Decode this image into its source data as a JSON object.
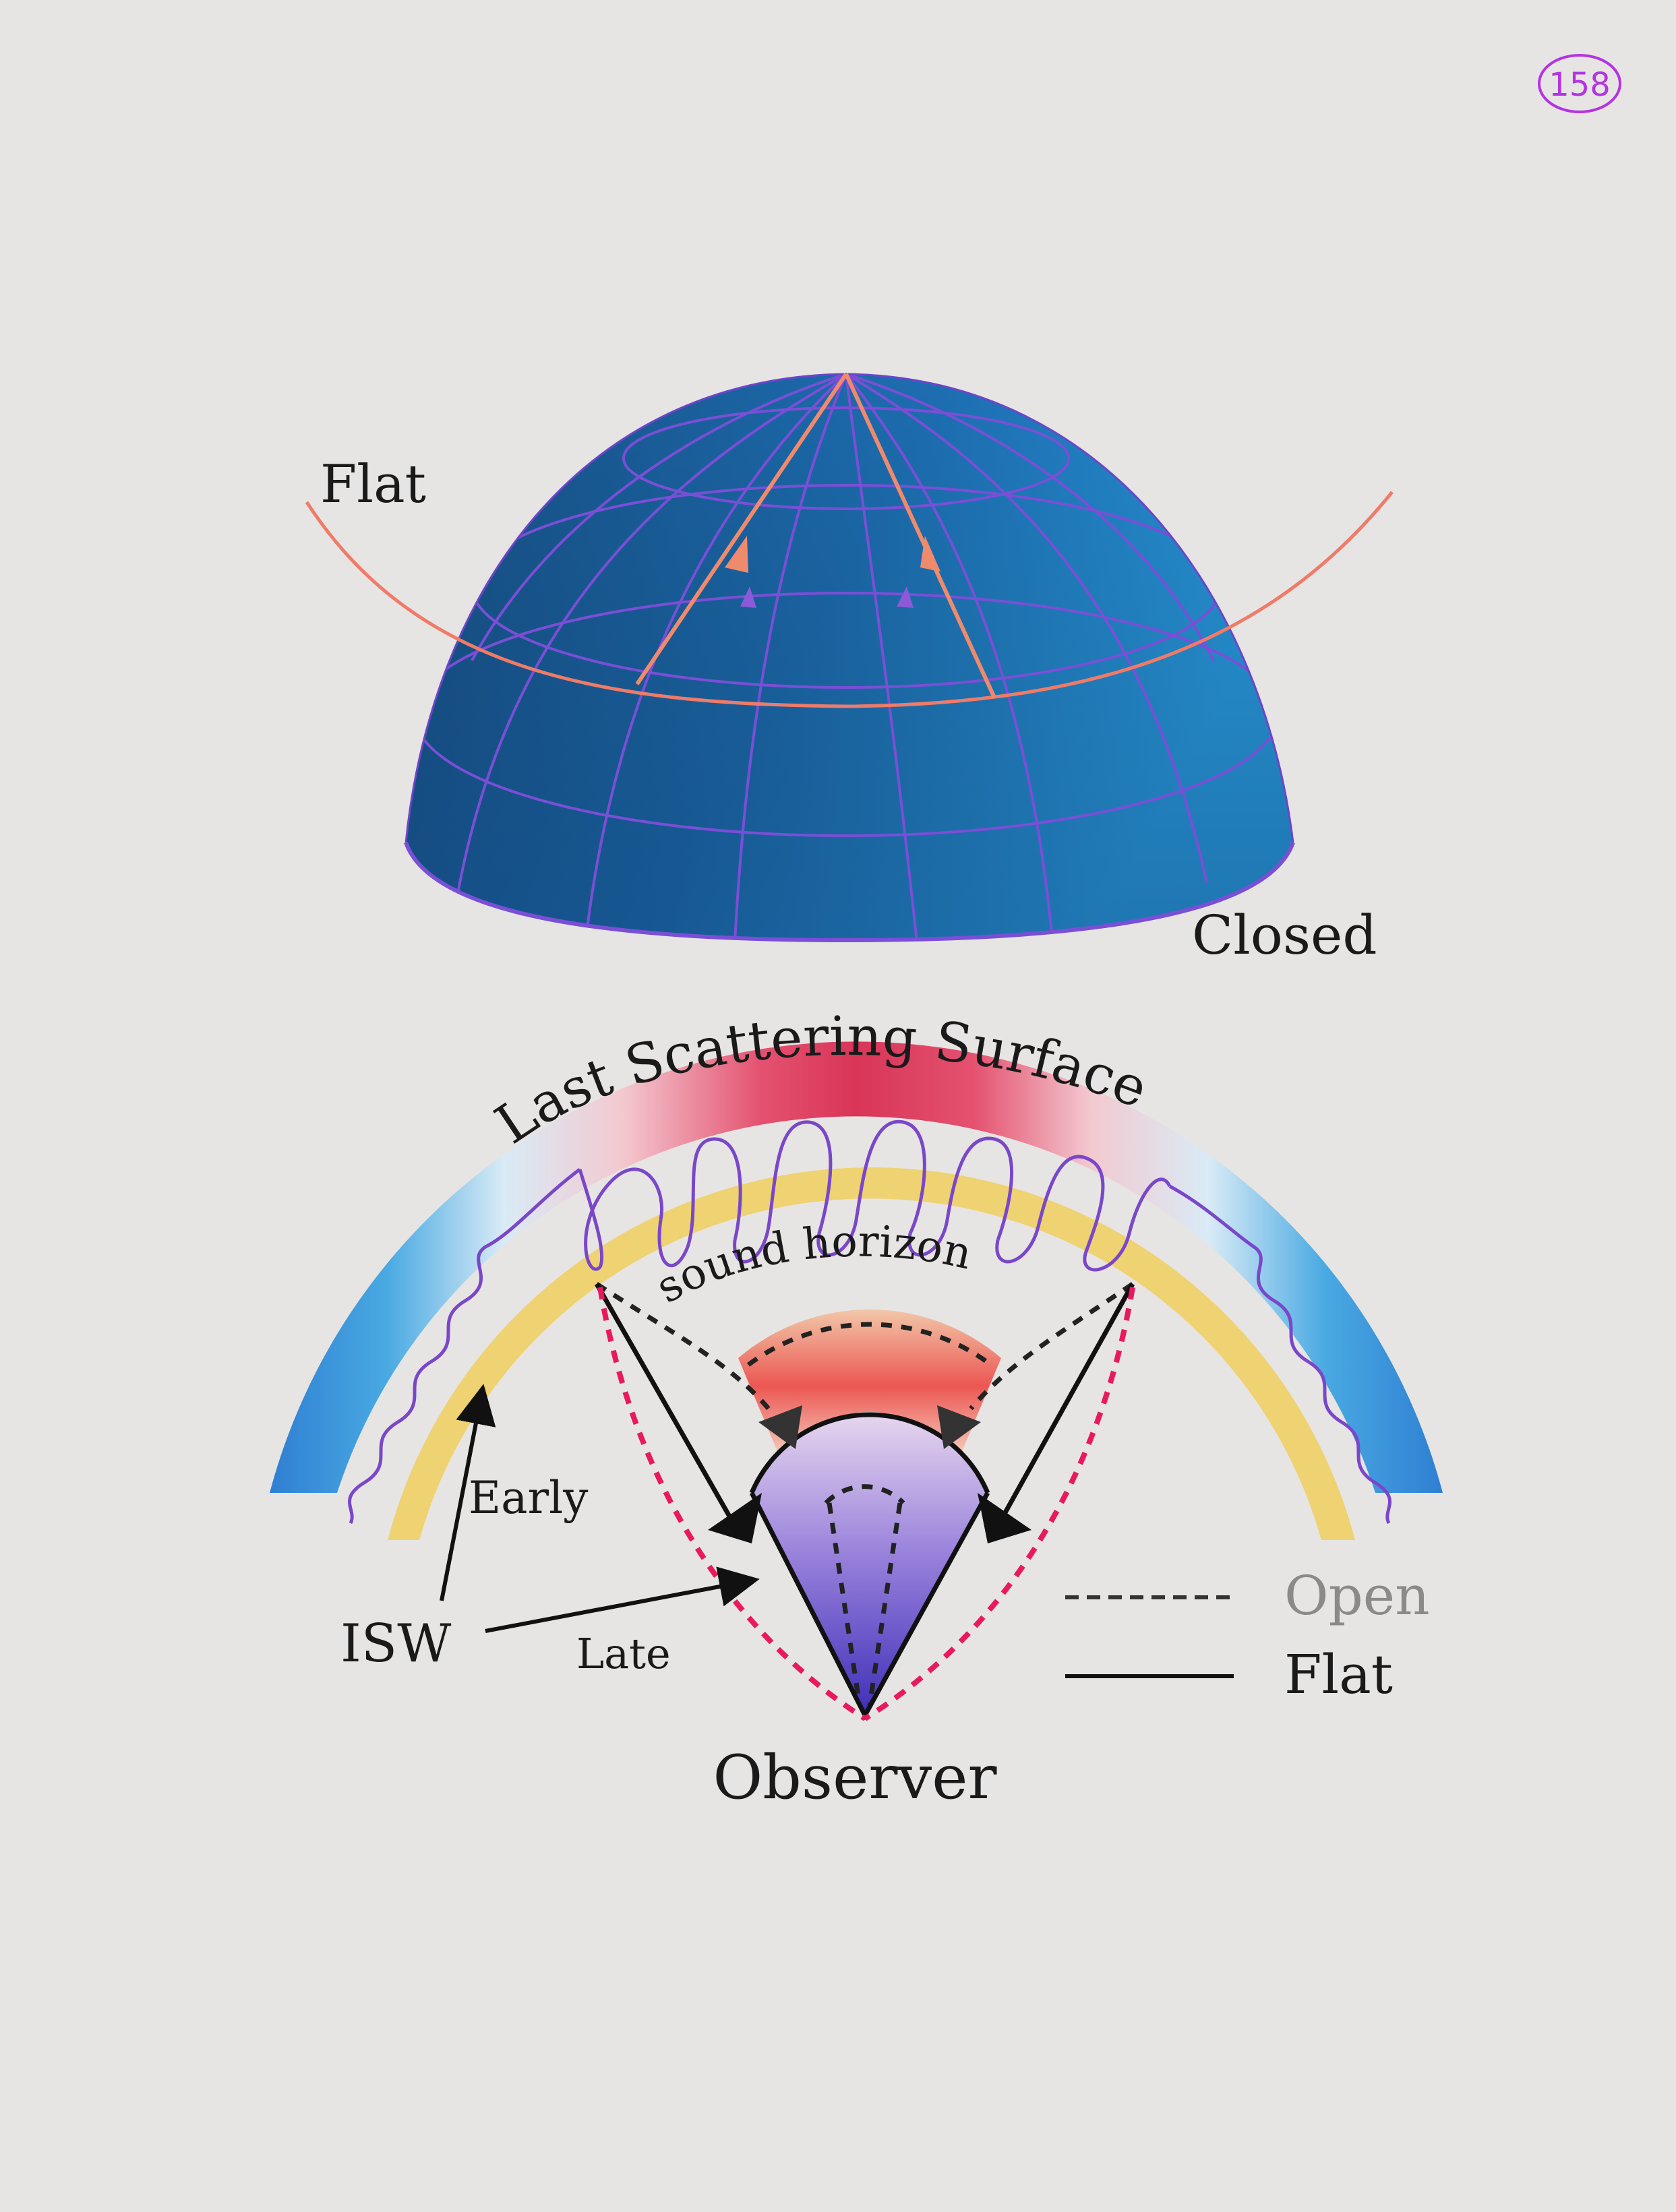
{
  "page_number": "158",
  "top_diagram": {
    "flat_label": "Flat",
    "closed_label": "Closed"
  },
  "bottom_diagram": {
    "arc_title": "Last Scattering Surface",
    "sound_horizon_label": "sound horizon",
    "early_label": "Early",
    "late_label": "Late",
    "isw_label": "ISW",
    "observer_label": "Observer",
    "legend": [
      {
        "label": "Open",
        "style": "dashed"
      },
      {
        "label": "Flat",
        "style": "solid"
      }
    ]
  },
  "colors": {
    "sphere": "#1c73b8",
    "grid_lines": "#7a4fd6",
    "flat_curve": "#ef7b68",
    "sound_horizon_band": "#efd272",
    "hot_region": "#e33d62",
    "cold_region": "#3c9ede",
    "oscillation": "#7a47c9",
    "open_dashes": "#e8195f",
    "observer_cone": "#6b4fd1",
    "page_number_ink": "#b334e0"
  }
}
